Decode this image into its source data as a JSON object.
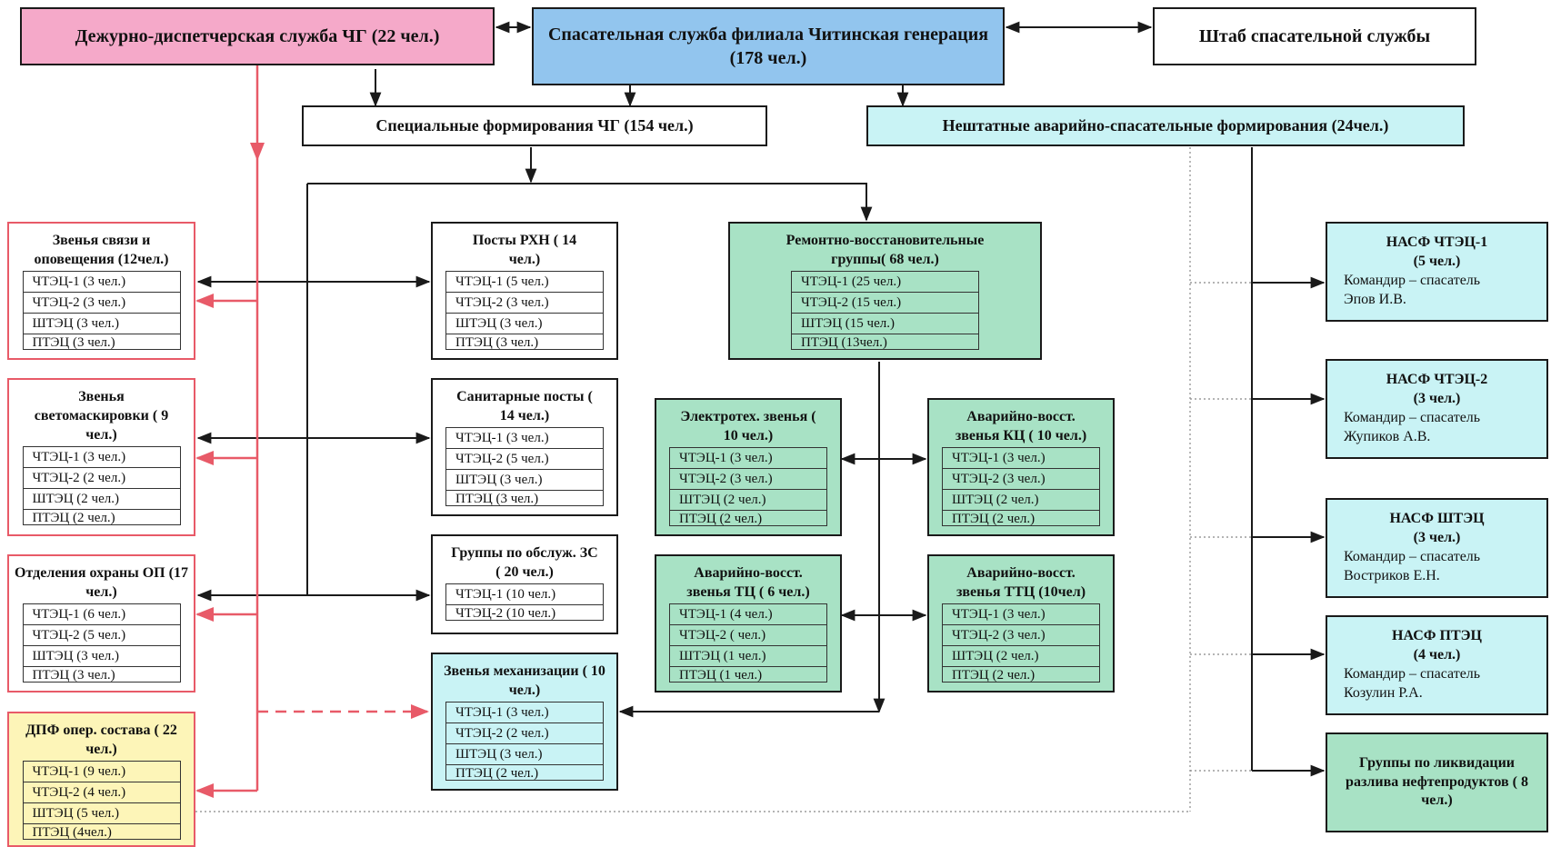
{
  "colors": {
    "pink": "#f5a9c9",
    "blue": "#92c5ee",
    "cyan": "#c9f3f5",
    "green": "#a8e2c5",
    "yellow": "#fdf5b8",
    "red_line": "#e85a68",
    "black_line": "#1a1a1a"
  },
  "top": {
    "dispatch": "Дежурно-диспетчерская служба ЧГ (22 чел.)",
    "rescue": "Спасательная служба филиала Читинская генерация  (178 чел.)",
    "hq": "Штаб спасательной службы"
  },
  "mid": {
    "special": "Специальные формирования ЧГ (154 чел.)",
    "nonstaff": "Нештатные аварийно-спасательные формирования (24чел.)"
  },
  "left": [
    {
      "title": "Звенья связи и оповещения (12чел.)",
      "rows": [
        "ЧТЭЦ-1 (3 чел.)",
        "ЧТЭЦ-2 (3 чел.)",
        "ШТЭЦ (3 чел.)",
        "ПТЭЦ (3 чел.)"
      ]
    },
    {
      "title": "Звенья светомаскировки ( 9 чел.)",
      "rows": [
        "ЧТЭЦ-1 (3 чел.)",
        "ЧТЭЦ-2 (2 чел.)",
        "ШТЭЦ (2 чел.)",
        "ПТЭЦ (2 чел.)"
      ]
    },
    {
      "title": "Отделения охраны ОП (17 чел.)",
      "rows": [
        "ЧТЭЦ-1 (6 чел.)",
        "ЧТЭЦ-2 (5 чел.)",
        "ШТЭЦ (3 чел.)",
        "ПТЭЦ (3 чел.)"
      ]
    },
    {
      "title": "ДПФ опер. состава ( 22 чел.)",
      "rows": [
        "ЧТЭЦ-1 (9 чел.)",
        "ЧТЭЦ-2 (4 чел.)",
        "ШТЭЦ (5 чел.)",
        "ПТЭЦ (4чел.)"
      ]
    }
  ],
  "center": [
    {
      "title": "Посты  РХН ( 14 чел.)",
      "rows": [
        "ЧТЭЦ-1 (5 чел.)",
        "ЧТЭЦ-2 (3 чел.)",
        "ШТЭЦ (3 чел.)",
        "ПТЭЦ (3 чел.)"
      ]
    },
    {
      "title": "Санитарные посты ( 14 чел.)",
      "rows": [
        "ЧТЭЦ-1 (3 чел.)",
        "ЧТЭЦ-2 (5 чел.)",
        "ШТЭЦ (3 чел.)",
        "ПТЭЦ (3 чел.)"
      ]
    },
    {
      "title": "Группы по обслуж. ЗС ( 20 чел.)",
      "rows": [
        "ЧТЭЦ-1 (10 чел.)",
        "ЧТЭЦ-2 (10 чел.)"
      ]
    },
    {
      "title": "Звенья механизации ( 10 чел.)",
      "rows": [
        "ЧТЭЦ-1 (3 чел.)",
        "ЧТЭЦ-2 (2 чел.)",
        "ШТЭЦ (3 чел.)",
        "ПТЭЦ (2 чел.)"
      ]
    }
  ],
  "green": [
    {
      "title": "Ремонтно-восстановительные группы( 68 чел.)",
      "rows": [
        "ЧТЭЦ-1 (25 чел.)",
        "ЧТЭЦ-2 (15 чел.)",
        "ШТЭЦ (15 чел.)",
        "ПТЭЦ (13чел.)"
      ]
    },
    {
      "title": "Электротех. звенья ( 10 чел.)",
      "rows": [
        "ЧТЭЦ-1 (3 чел.)",
        "ЧТЭЦ-2 (3 чел.)",
        "ШТЭЦ (2 чел.)",
        "ПТЭЦ (2 чел.)"
      ]
    },
    {
      "title": "Аварийно-восст. звенья  КЦ ( 10 чел.)",
      "rows": [
        "ЧТЭЦ-1 (3 чел.)",
        "ЧТЭЦ-2 (3 чел.)",
        "ШТЭЦ (2 чел.)",
        "ПТЭЦ (2 чел.)"
      ]
    },
    {
      "title": "Аварийно-восст. звенья  ТЦ ( 6 чел.)",
      "rows": [
        "ЧТЭЦ-1 (4 чел.)",
        "ЧТЭЦ-2 ( чел.)",
        "ШТЭЦ (1 чел.)",
        "ПТЭЦ (1 чел.)"
      ]
    },
    {
      "title": "Аварийно-восст. звенья  ТТЦ (10чел)",
      "rows": [
        "ЧТЭЦ-1 (3 чел.)",
        "ЧТЭЦ-2 (3 чел.)",
        "ШТЭЦ (2 чел.)",
        "ПТЭЦ (2 чел.)"
      ]
    }
  ],
  "nasf": [
    {
      "title": "НАСФ ЧТЭЦ-1",
      "count": "(5 чел.)",
      "role": "Командир – спасатель",
      "person": "Эпов И.В."
    },
    {
      "title": "НАСФ ЧТЭЦ-2",
      "count": "(3 чел.)",
      "role": "Командир – спасатель",
      "person": "Жупиков А.В."
    },
    {
      "title": "НАСФ ШТЭЦ",
      "count": "(3 чел.)",
      "role": "Командир – спасатель",
      "person": "Востриков Е.Н."
    },
    {
      "title": "НАСФ ПТЭЦ",
      "count": "(4 чел.)",
      "role": "Командир – спасатель",
      "person": "Козулин Р.А."
    }
  ],
  "oil": "Группы по ликвидации разлива нефтепродуктов ( 8 чел.)"
}
